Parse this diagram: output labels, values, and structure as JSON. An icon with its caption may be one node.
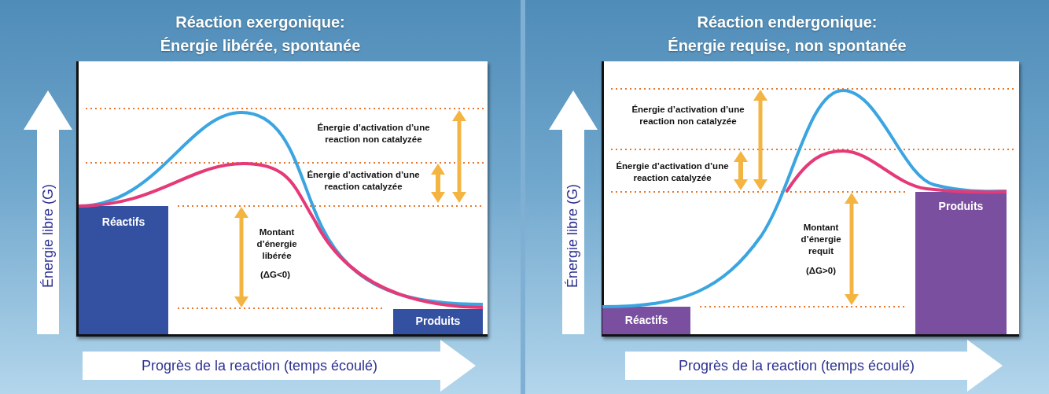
{
  "diagram": {
    "nodes": [
      {
        "text": [
          "Réaction exergonique:",
          "Énergie libérée, spontanée"
        ]
      },
      {
        "text": [
          "Réactifs"
        ],
        "in": 0
      },
      {
        "text": [
          "Produits"
        ],
        "in": 0
      },
      {
        "text": [
          "Réaction endergonique:",
          "Énergie requise, non spontanée"
        ]
      },
      {
        "text": [
          "Réactifs"
        ],
        "in": 3
      },
      {
        "text": [
          "Produits"
        ],
        "in": 3
      }
    ],
    "labels": [
      "Énergie libre (G)",
      "Énergie d’activation d’une reaction non catalyzée",
      "Énergie d’activation d’une reaction catalyzée",
      "Montant d’énergie libérée",
      "(ΔG<0)",
      "Progrès de la reaction (temps écoulé)",
      "Énergie libre (G)",
      "Énergie d’activation d’une reaction non catalyzée",
      "Énergie d’activation d’une reaction catalyzée",
      "Montant d’énergie requit",
      "(ΔG>0)",
      "Progrès de la reaction (temps écoulé)"
    ]
  }
}
